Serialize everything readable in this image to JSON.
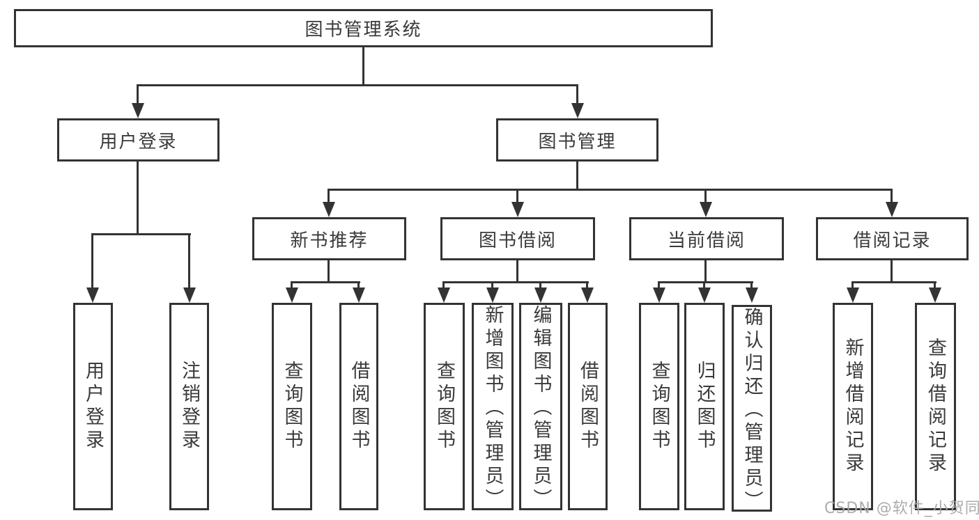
{
  "colors": {
    "line": "#333333",
    "text": "#3a3a3a",
    "watermark": "#a8a8a8",
    "background": "#ffffff"
  },
  "watermark": {
    "text": "CSDN @软件_小贺同学"
  },
  "chart_type": "org-tree-diagram",
  "tree": {
    "label": "图书管理系统",
    "children": [
      {
        "label": "用户登录",
        "children": [
          {
            "label": "用户登录"
          },
          {
            "label": "注销登录"
          }
        ]
      },
      {
        "label": "图书管理",
        "children": [
          {
            "label": "新书推荐",
            "children": [
              {
                "label": "查询图书"
              },
              {
                "label": "借阅图书"
              }
            ]
          },
          {
            "label": "图书借阅",
            "children": [
              {
                "label": "查询图书"
              },
              {
                "label": "新增图书（管理员）"
              },
              {
                "label": "编辑图书（管理员）"
              },
              {
                "label": "借阅图书"
              }
            ]
          },
          {
            "label": "当前借阅",
            "children": [
              {
                "label": "查询图书"
              },
              {
                "label": "归还图书"
              },
              {
                "label": "确认归还（管理员）"
              }
            ]
          },
          {
            "label": "借阅记录",
            "children": [
              {
                "label": "新增借阅记录"
              },
              {
                "label": "查询借阅记录"
              }
            ]
          }
        ]
      }
    ]
  }
}
